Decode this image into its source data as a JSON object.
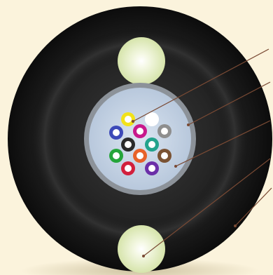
{
  "diagram": {
    "type": "fiber-optic-cable-cross-section",
    "colors": {
      "background": "#fbf3dc",
      "outer_jacket": "#151515",
      "strength_member": "#e6f0c4",
      "tube_wall": "#8c9299",
      "tube_gel": "#c5d3e4",
      "leader_line": "#7a4a34"
    },
    "components": [
      {
        "id": "outer-jacket",
        "label": "",
        "interactable": false
      },
      {
        "id": "strength-member-top",
        "label": "",
        "interactable": false
      },
      {
        "id": "strength-member-bottom",
        "label": "",
        "interactable": false
      },
      {
        "id": "loose-tube",
        "label": "",
        "interactable": false
      },
      {
        "id": "tube-gel",
        "label": "",
        "interactable": false
      }
    ],
    "fibers": [
      {
        "name": "fiber-yellow",
        "color": "#f2e21a"
      },
      {
        "name": "fiber-white",
        "color": "#ffffff"
      },
      {
        "name": "fiber-blue",
        "color": "#3c49b8"
      },
      {
        "name": "fiber-magenta",
        "color": "#c8188c"
      },
      {
        "name": "fiber-gray",
        "color": "#8e8e8e"
      },
      {
        "name": "fiber-black",
        "color": "#2a2a2a"
      },
      {
        "name": "fiber-teal",
        "color": "#22a38c"
      },
      {
        "name": "fiber-green",
        "color": "#25a53a"
      },
      {
        "name": "fiber-orange",
        "color": "#e8622a"
      },
      {
        "name": "fiber-brown",
        "color": "#7a5233"
      },
      {
        "name": "fiber-red",
        "color": "#d21f3c"
      },
      {
        "name": "fiber-purple",
        "color": "#6b2fa8"
      }
    ],
    "leaders": [
      {
        "name": "leader-fiber"
      },
      {
        "name": "leader-tube-wall"
      },
      {
        "name": "leader-gel"
      },
      {
        "name": "leader-strength-member"
      },
      {
        "name": "leader-jacket"
      }
    ]
  }
}
